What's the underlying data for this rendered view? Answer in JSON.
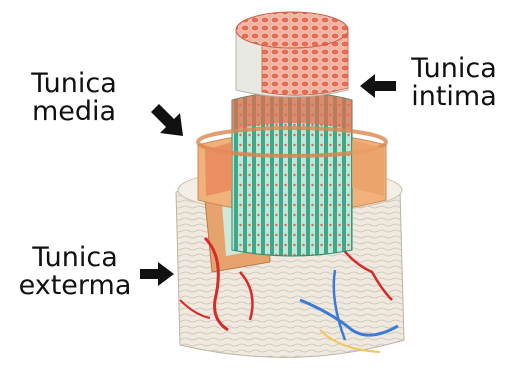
{
  "labels": {
    "intima": {
      "line1": "Tunica",
      "line2": "intima"
    },
    "media": {
      "line1": "Tunica",
      "line2": "media"
    },
    "externa": {
      "line1": "Tunica",
      "line2": "exterma"
    }
  },
  "colors": {
    "intima_surface": "#e8826a",
    "media_fibers": "#3fa88a",
    "externa": "#ece6dc",
    "artery_red": "#d92a2a",
    "vein_blue": "#3a7bd5",
    "arrow": "#111111"
  }
}
